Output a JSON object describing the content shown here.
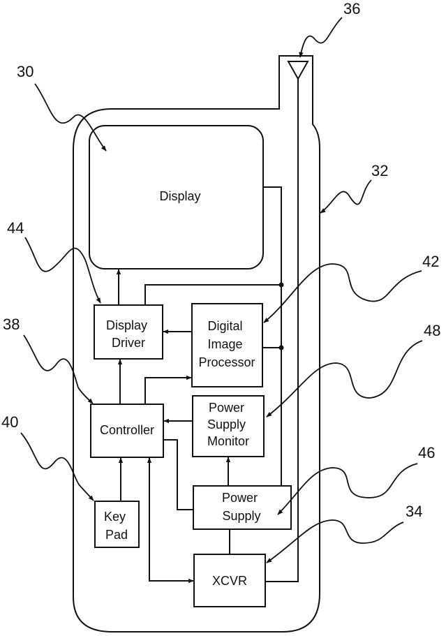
{
  "diagram": {
    "blocks": {
      "display": "Display",
      "display_driver": [
        "Display",
        "Driver"
      ],
      "digital_image_processor": [
        "Digital",
        "Image",
        "Processor"
      ],
      "controller": "Controller",
      "power_supply_monitor": [
        "Power",
        "Supply",
        "Monitor"
      ],
      "power_supply": [
        "Power",
        "Supply"
      ],
      "key_pad": [
        "Key",
        "Pad"
      ],
      "xcvr": "XCVR"
    },
    "reference_numerals": {
      "phone": "30",
      "antenna": "36",
      "housing": "32",
      "display_driver": "44",
      "digital_image_processor": "42",
      "controller": "38",
      "power_supply_monitor": "48",
      "key_pad": "40",
      "power_supply": "46",
      "xcvr": "34"
    }
  }
}
